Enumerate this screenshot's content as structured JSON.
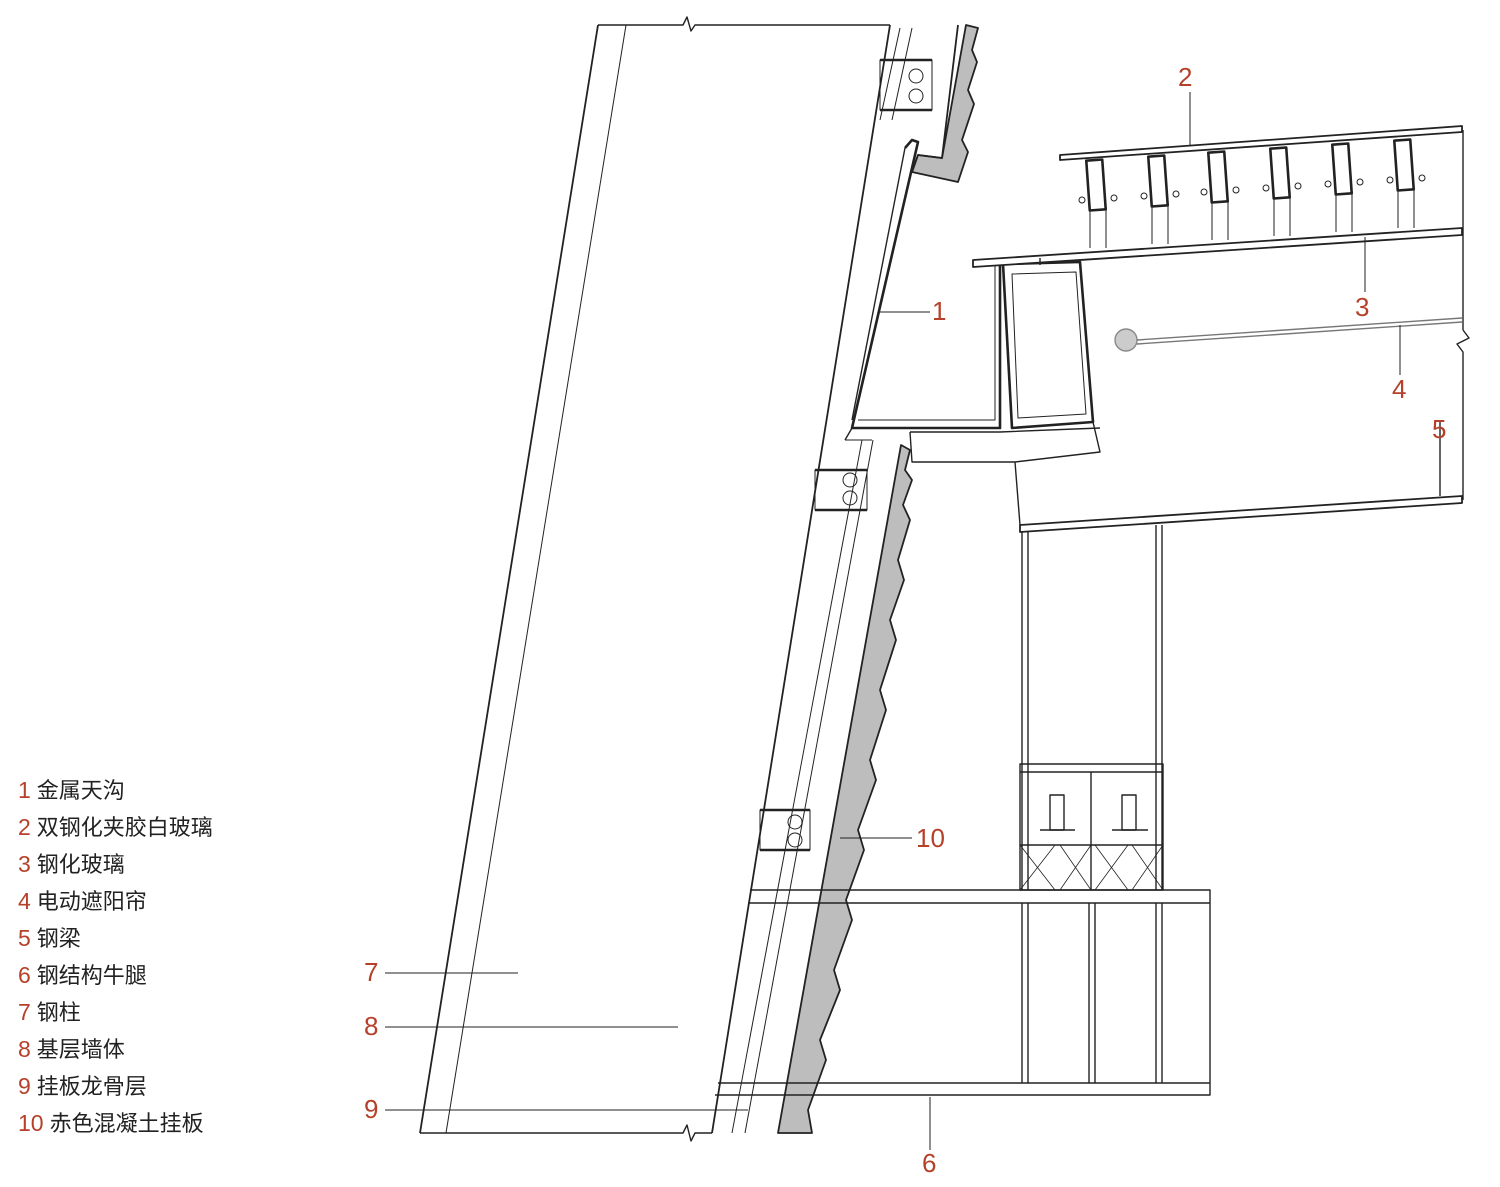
{
  "colors": {
    "accent": "#b5412a",
    "line": "#222222",
    "text": "#222222",
    "hatch": "#bdbdbd"
  },
  "callouts": {
    "c1": "1",
    "c2": "2",
    "c3": "3",
    "c4": "4",
    "c5": "5",
    "c6": "6",
    "c7": "7",
    "c8": "8",
    "c9": "9",
    "c10": "10"
  },
  "legend": [
    {
      "num": "1",
      "text": "金属天沟"
    },
    {
      "num": "2",
      "text": "双钢化夹胶白玻璃"
    },
    {
      "num": "3",
      "text": "钢化玻璃"
    },
    {
      "num": "4",
      "text": "电动遮阳帘"
    },
    {
      "num": "5",
      "text": "钢梁"
    },
    {
      "num": "6",
      "text": "钢结构牛腿"
    },
    {
      "num": "7",
      "text": "钢柱"
    },
    {
      "num": "8",
      "text": "基层墙体"
    },
    {
      "num": "9",
      "text": "挂板龙骨层"
    },
    {
      "num": "10",
      "text": "赤色混凝土挂板"
    }
  ]
}
